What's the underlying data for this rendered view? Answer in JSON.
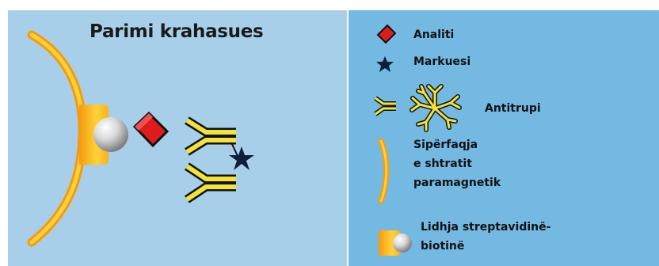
{
  "diagram": {
    "title": "Parimi krahasues",
    "legend": {
      "analyte": "Analiti",
      "marker": "Markuesi",
      "antibody": "Antitrupi",
      "surface_lines": [
        "Sipërfaqja",
        "e shtratit",
        "paramagnetik"
      ],
      "link_lines": [
        "Lidhja streptavidinë-",
        "biotinë"
      ]
    },
    "colors": {
      "left_panel": "#a8cfe9",
      "right_panel": "#74b9e2",
      "analyte": "#e01b1b",
      "antibody": "#f2e23a",
      "surface": "#f7b21c",
      "marker": "#0d1f3a"
    },
    "icons": [
      "diamond-analyte-icon",
      "star-marker-icon",
      "antibody-y-icon",
      "antibody-cluster-icon",
      "bead-surface-icon",
      "streptavidin-biotin-icon"
    ]
  }
}
